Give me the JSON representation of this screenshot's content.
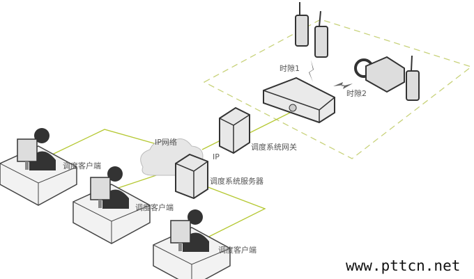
{
  "labels": {
    "slot1": "时隙1",
    "slot2": "时隙2",
    "gateway": "调度系统网关",
    "ip": "IP",
    "ip_network": "IP网络",
    "server": "调度系统服务器",
    "client1": "调度客户端",
    "client2": "调度客户端",
    "client3": "调度客户端"
  },
  "watermark": "www.pttcn.net",
  "colors": {
    "link": "#b5c832",
    "dashed": "#c8d27a",
    "device": "#e8e8e8",
    "outline": "#333333"
  }
}
